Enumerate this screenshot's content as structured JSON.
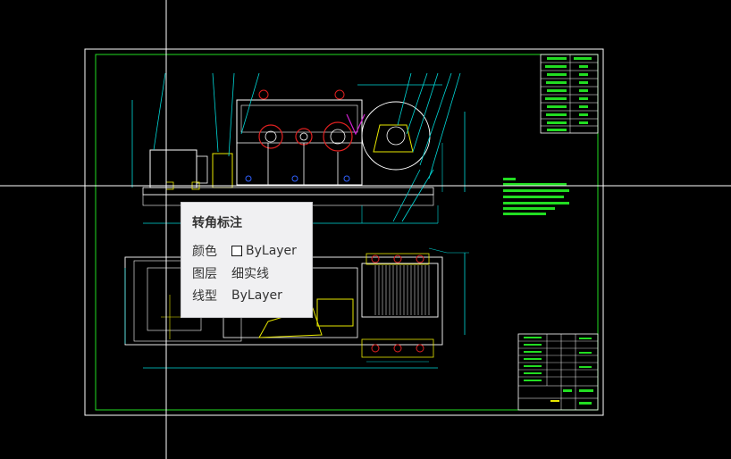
{
  "tooltip": {
    "title": "转角标注",
    "rows": [
      {
        "key": "颜色",
        "value": "ByLayer"
      },
      {
        "key": "图层",
        "value": "细实线"
      },
      {
        "key": "线型",
        "value": "ByLayer"
      }
    ]
  },
  "colors": {
    "background": "#000000",
    "frame": "#ffffff",
    "border_green": "#22dd22",
    "cyan": "#00d8d8",
    "yellow": "#e8e800",
    "red": "#e02020",
    "white": "#ffffff",
    "tooltip_bg": "#f0f0f2"
  }
}
